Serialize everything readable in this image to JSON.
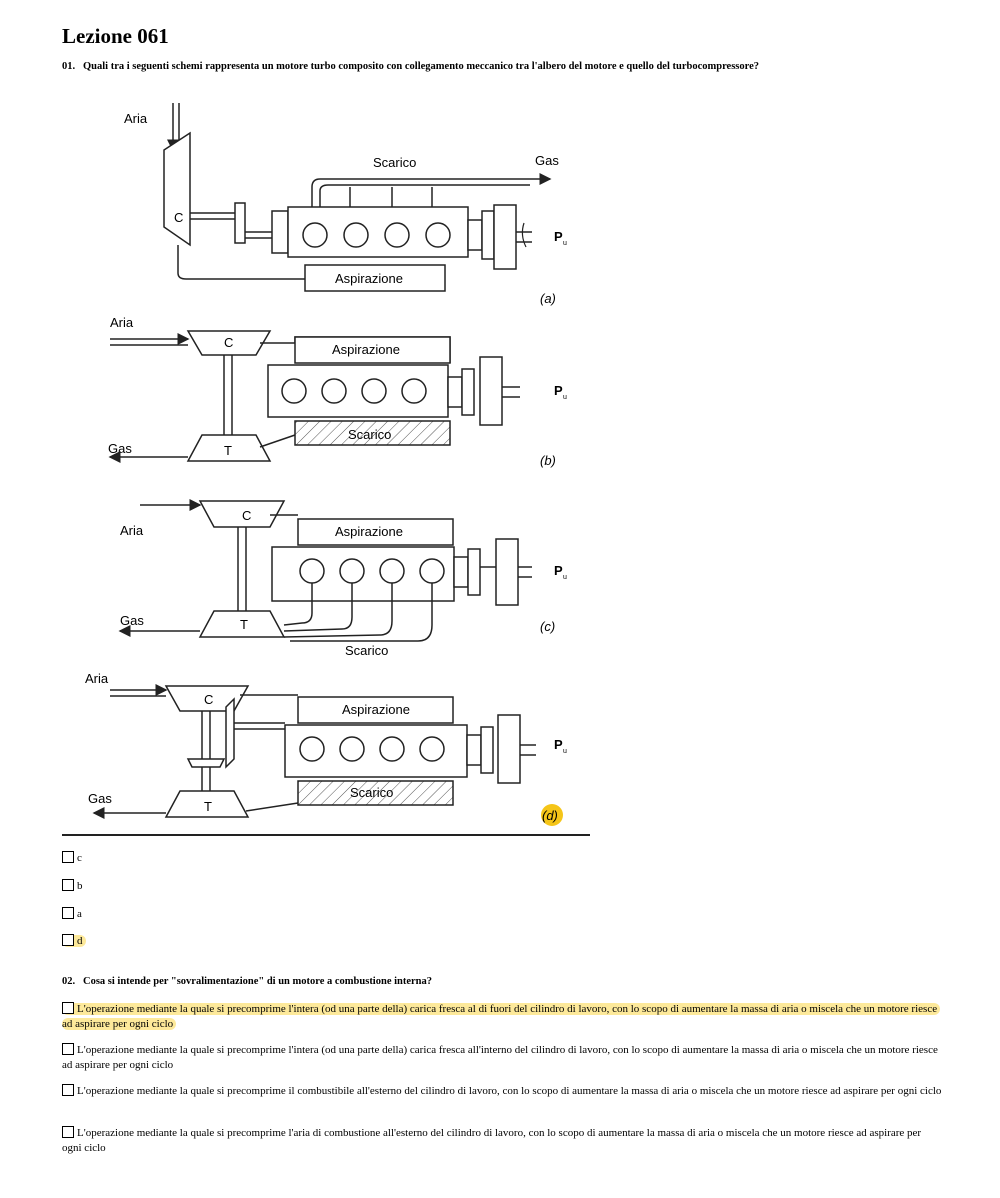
{
  "title": "Lezione 061",
  "questions": [
    {
      "number": "01.",
      "text": "Quali tra i seguenti schemi rappresenta un motore turbo composito con collegamento meccanico tra l'albero del motore e quello del turbocompressore?",
      "figure": {
        "labels": {
          "aria": "Aria",
          "gas": "Gas",
          "scarico": "Scarico",
          "aspirazione": "Aspirazione",
          "compressor": "C",
          "turbine": "T",
          "power": "P",
          "power_sub": "u"
        },
        "captions": [
          "(a)",
          "(b)",
          "(c)",
          "(d)"
        ],
        "highlighted_caption": "(d)",
        "highlight_color": "#f5c518"
      },
      "options": [
        {
          "label": "c",
          "highlighted": false
        },
        {
          "label": "b",
          "highlighted": false
        },
        {
          "label": "a",
          "highlighted": false
        },
        {
          "label": "d",
          "highlighted": true
        }
      ]
    },
    {
      "number": "02.",
      "text": "Cosa si intende per \"sovralimentazione\" di un motore a combustione interna?",
      "options": [
        {
          "label": "L'operazione mediante la quale si precomprime l'intera (od una parte della) carica fresca al di fuori del cilindro di lavoro, con lo scopo di aumentare la massa di aria o miscela che un motore riesce ad aspirare per ogni ciclo",
          "highlighted": true
        },
        {
          "label": "L'operazione mediante la quale si precomprime l'intera (od una parte della) carica fresca all'interno del cilindro di lavoro, con lo scopo di aumentare la massa di aria o miscela che un motore riesce ad aspirare per ogni ciclo",
          "highlighted": false
        },
        {
          "label": "L'operazione mediante la quale si precomprime il combustibile all'esterno del cilindro di lavoro, con lo scopo di aumentare la massa di aria o miscela che un motore riesce ad aspirare per ogni ciclo",
          "highlighted": false
        },
        {
          "label": "L'operazione mediante la quale si precomprime l'aria di combustione all'esterno del cilindro di lavoro, con lo scopo di aumentare la massa di aria o miscela che un motore riesce ad aspirare per ogni ciclo",
          "highlighted": false
        }
      ]
    }
  ],
  "highlight_color": "#fde99a"
}
